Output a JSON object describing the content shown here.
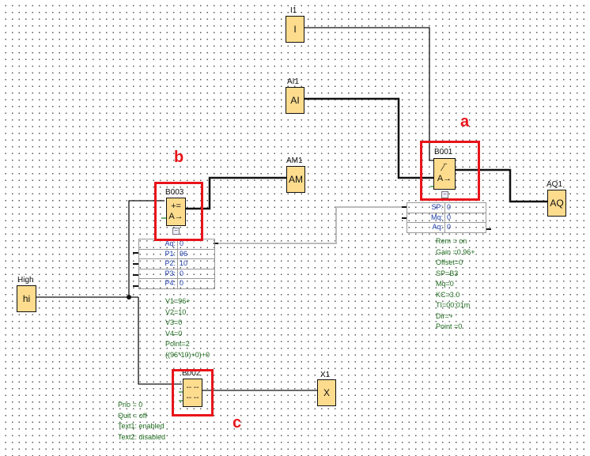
{
  "blocks": {
    "I1": {
      "name": "I1",
      "symbol": "I"
    },
    "AI1": {
      "name": "AI1",
      "symbol": "AI"
    },
    "AM1": {
      "name": "AM1",
      "symbol": "AM"
    },
    "AQ1": {
      "name": "AQ1",
      "symbol": "AQ"
    },
    "High": {
      "name": "High",
      "symbol": "hi"
    },
    "X1": {
      "name": "X1",
      "symbol": "X"
    },
    "B001": {
      "name": "B001",
      "symbol_top": "⁄‾",
      "symbol_bottom": "A→"
    },
    "B003": {
      "name": "B003",
      "symbol_top": "+=",
      "symbol_bottom": "A→"
    },
    "B002": {
      "name": "B002",
      "symbol_top": "-- --",
      "symbol_bottom": "-- --"
    }
  },
  "b001_params": [
    {
      "key": "SP:",
      "value": "0"
    },
    {
      "key": "Mq:",
      "value": "0"
    },
    {
      "key": "Aq:",
      "value": "0"
    }
  ],
  "b001_notes": [
    "Rem = on",
    "Gain =0.96+",
    "Offset=0",
    "SP=B3",
    "Mq=0",
    "KC=3.0",
    "TI=00:01m",
    "Dir=+",
    "Point =0"
  ],
  "b003_params": [
    {
      "key": "Aq:",
      "value": "0"
    },
    {
      "key": "P1:",
      "value": "96"
    },
    {
      "key": "P2:",
      "value": "10"
    },
    {
      "key": "P3:",
      "value": "0"
    },
    {
      "key": "P4:",
      "value": "0"
    }
  ],
  "b003_notes": [
    "V1=96+",
    "V2=10",
    "V3=0",
    "V4=0",
    "Point=2",
    "((96*10)+0)+0"
  ],
  "b002_notes": [
    "Prio = 0",
    "Quit = off",
    "Text1: enabled",
    "Text2: disabled"
  ],
  "annotations": {
    "a": "a",
    "b": "b",
    "c": "c"
  },
  "colors": {
    "block_fill": "#fddc8e",
    "highlight": "#e8141a",
    "note_text": "#1d6a1d",
    "param_text": "#1a3aa8"
  }
}
